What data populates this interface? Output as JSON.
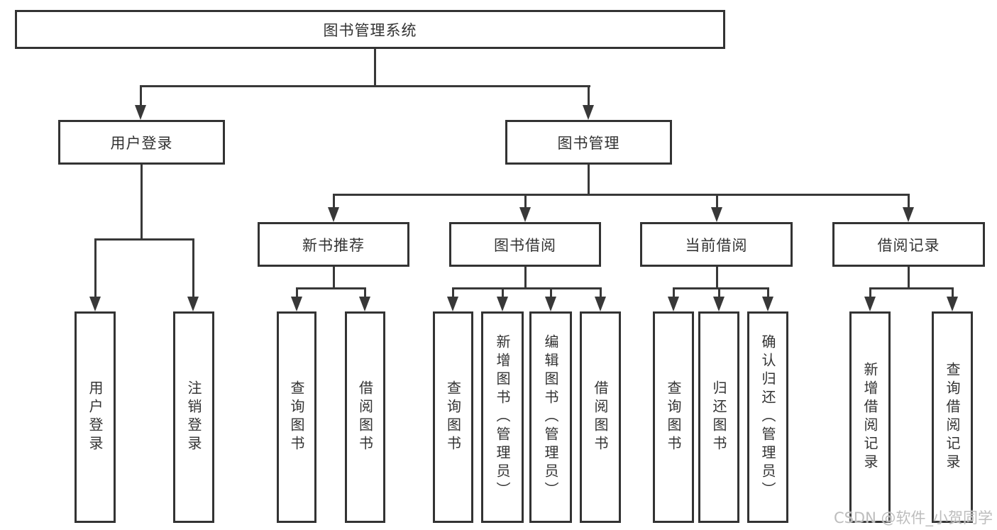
{
  "diagram_type": "hierarchy-tree",
  "colors": {
    "background": "#ffffff",
    "box_border": "#333333",
    "connector": "#383838",
    "text": "#333333",
    "watermark": "#bdbdbd"
  },
  "tree": {
    "label": "图书管理系统",
    "children": [
      {
        "label": "用户登录",
        "children": [
          {
            "label": "用户登录"
          },
          {
            "label": "注销登录"
          }
        ]
      },
      {
        "label": "图书管理",
        "children": [
          {
            "label": "新书推荐",
            "children": [
              {
                "label": "查询图书"
              },
              {
                "label": "借阅图书"
              }
            ]
          },
          {
            "label": "图书借阅",
            "children": [
              {
                "label": "查询图书"
              },
              {
                "label": "新增图书（管理员）"
              },
              {
                "label": "编辑图书（管理员）"
              },
              {
                "label": "借阅图书"
              }
            ]
          },
          {
            "label": "当前借阅",
            "children": [
              {
                "label": "查询图书"
              },
              {
                "label": "归还图书"
              },
              {
                "label": "确认归还（管理员）"
              }
            ]
          },
          {
            "label": "借阅记录",
            "children": [
              {
                "label": "新增借阅记录"
              },
              {
                "label": "查询借阅记录"
              }
            ]
          }
        ]
      }
    ]
  },
  "watermark": "CSDN @软件_小贺同学"
}
